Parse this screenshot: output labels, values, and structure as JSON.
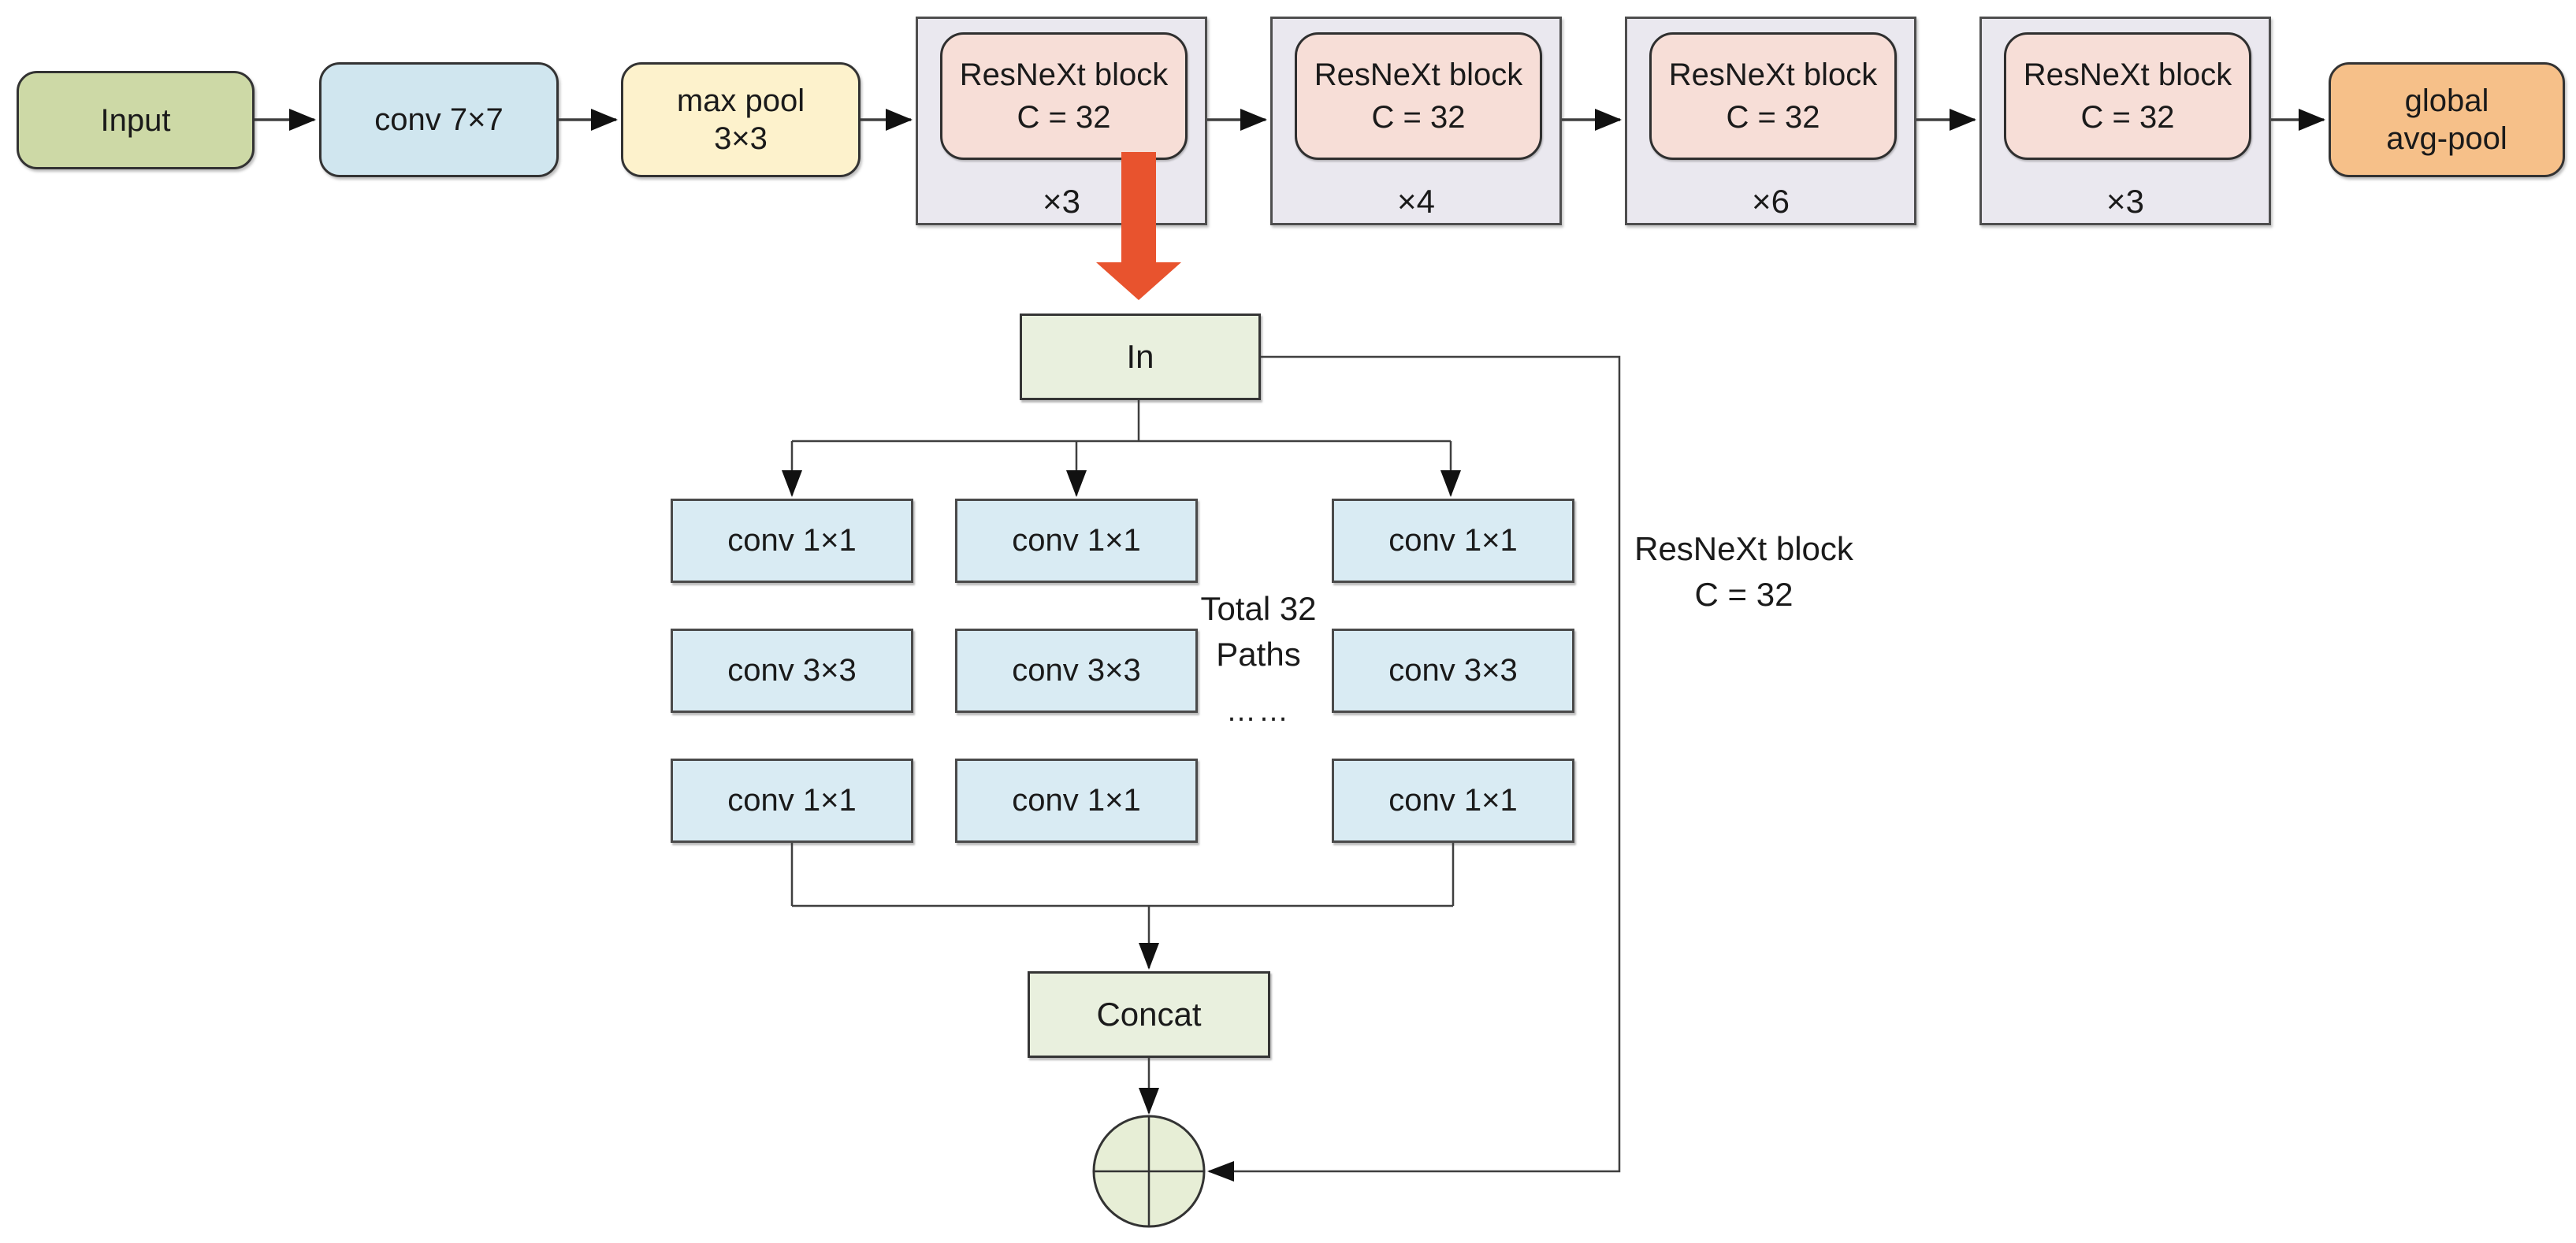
{
  "pipeline": [
    {
      "label": "Input"
    },
    {
      "label": "conv 7×7"
    },
    {
      "label": "max pool\n3×3"
    },
    {
      "label": "ResNeXt block\nC = 32",
      "repeat": "×3"
    },
    {
      "label": "ResNeXt block\nC = 32",
      "repeat": "×4"
    },
    {
      "label": "ResNeXt block\nC = 32",
      "repeat": "×6"
    },
    {
      "label": "ResNeXt block\nC = 32",
      "repeat": "×3"
    },
    {
      "label": "global\navg-pool"
    }
  ],
  "detail": {
    "in_label": "In",
    "concat_label": "Concat",
    "side_label": "ResNeXt block\nC = 32",
    "note": {
      "line1": "Total 32",
      "line2": "Paths",
      "dots": "……"
    }
  },
  "grid": {
    "rows": [
      {
        "cells": [
          "conv 1×1",
          "conv 1×1",
          "conv 1×1"
        ]
      },
      {
        "cells": [
          "conv 3×3",
          "conv 3×3",
          "conv 3×3"
        ]
      },
      {
        "cells": [
          "conv 1×1",
          "conv 1×1",
          "conv 1×1"
        ]
      }
    ]
  },
  "colors": {
    "input_green": "#cdd9a6",
    "conv_head_blue": "#d0e6ef",
    "pool_yellow": "#fdf2cc",
    "stage_outer": "#eae8ef",
    "stage_inner": "#f7ded7",
    "avgpool_orange": "#f6c089",
    "io_green": "#e9f0de",
    "grid_blue": "#d9ebf3",
    "sum_green": "#e7eed6",
    "arrow_red": "#e8532e",
    "line_dark": "#3f3f3f"
  }
}
